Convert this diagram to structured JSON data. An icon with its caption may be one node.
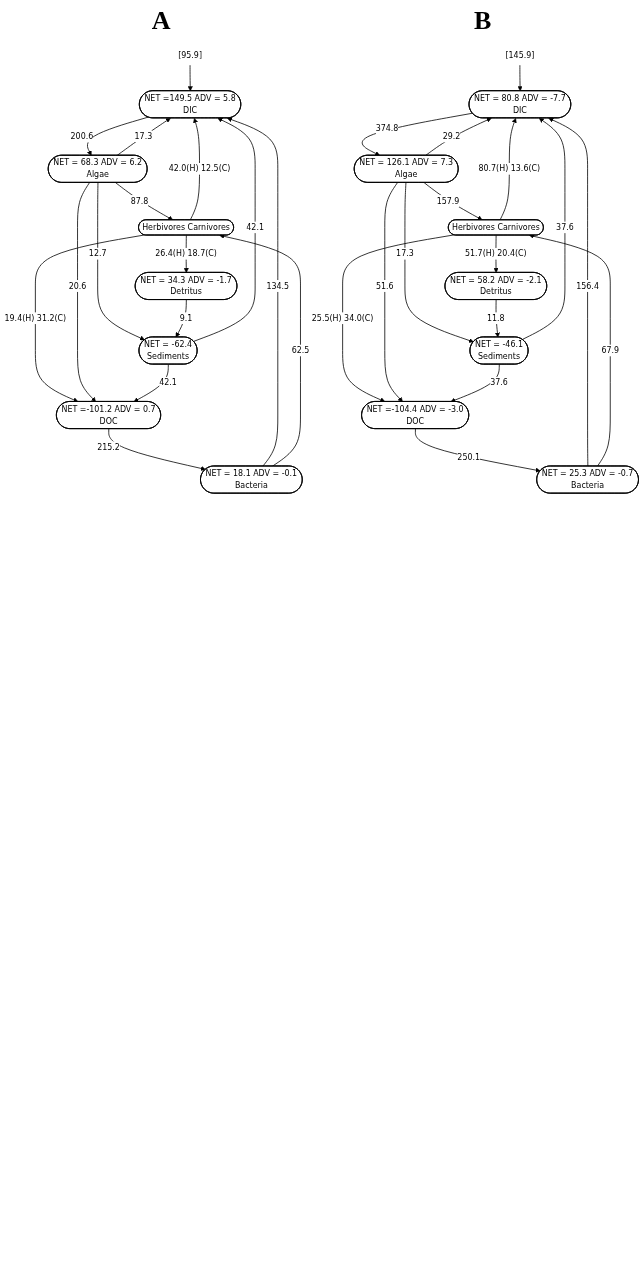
{
  "diagram": {
    "nodes": [
      {
        "text": [
          "[95.9]"
        ]
      },
      {
        "text": [
          "NET =149.5 ADV = 5.8",
          "DIC"
        ]
      },
      {
        "text": [
          "NET = 68.3 ADV = 6.2",
          "Algae"
        ]
      },
      {
        "text": [
          "Herbivores Carnivores"
        ]
      },
      {
        "text": [
          "NET = 18.1 ADV = -0.1",
          "Bacteria"
        ]
      },
      {
        "text": [
          "NET = 34.3 ADV = -1.7",
          "Detritus"
        ]
      },
      {
        "text": [
          "NET =-101.2 ADV = 0.7",
          "DOC"
        ]
      },
      {
        "text": [
          "NET = -62.4",
          "Sediments"
        ]
      },
      {
        "text": [
          "[145.9]"
        ]
      },
      {
        "text": [
          "NET = 80.8 ADV = -7.7",
          "DIC"
        ]
      },
      {
        "text": [
          "NET = 126.1 ADV = 7.3",
          "Algae"
        ]
      },
      {
        "text": [
          "Herbivores Carnivores"
        ]
      },
      {
        "text": [
          "NET = 25.3 ADV = -0.7",
          "Bacteria"
        ]
      },
      {
        "text": [
          "NET = 58.2 ADV = -2.1",
          "Detritus"
        ]
      },
      {
        "text": [
          "NET =-104.4 ADV = -3.0",
          "DOC"
        ]
      },
      {
        "text": [
          "NET = -46.1",
          "Sediments"
        ]
      }
    ],
    "edges": [
      {
        "from": 0,
        "to": 1,
        "arrow": "to"
      },
      {
        "from": 1,
        "to": 2,
        "label": "200.6",
        "arrow": "to"
      },
      {
        "from": 2,
        "to": 1,
        "label": "17.3",
        "arrow": "to"
      },
      {
        "from": 3,
        "to": 1,
        "label": "42.0(H) 12.5(C)",
        "arrow": "to"
      },
      {
        "from": 4,
        "to": 1,
        "label": "134.5",
        "arrow": "to"
      },
      {
        "from": 2,
        "to": 3,
        "label": "87.8",
        "arrow": "to"
      },
      {
        "from": 4,
        "to": 3,
        "label": "62.5",
        "arrow": "to"
      },
      {
        "from": 3,
        "to": 5,
        "label": "26.4(H) 18.7(C)",
        "arrow": "to"
      },
      {
        "from": 3,
        "to": 6,
        "label": "19.4(H) 31.2(C)",
        "arrow": "to"
      },
      {
        "from": 2,
        "to": 6,
        "label": "20.6",
        "arrow": "to"
      },
      {
        "from": 6,
        "to": 4,
        "label": "215.2",
        "arrow": "to"
      },
      {
        "from": 2,
        "to": 7,
        "label": "12.7",
        "arrow": "to"
      },
      {
        "from": 5,
        "to": 7,
        "label": "9.1",
        "arrow": "to"
      },
      {
        "from": 7,
        "to": 6,
        "label": "42.1",
        "arrow": "to"
      },
      {
        "from": 7,
        "to": 1,
        "label": "42.1",
        "arrow": "to"
      },
      {
        "from": 8,
        "to": 9,
        "arrow": "to"
      },
      {
        "from": 9,
        "to": 10,
        "label": "374.8",
        "arrow": "to"
      },
      {
        "from": 10,
        "to": 9,
        "label": "29.2",
        "arrow": "to"
      },
      {
        "from": 11,
        "to": 9,
        "label": "80.7(H) 13.6(C)",
        "arrow": "to"
      },
      {
        "from": 12,
        "to": 9,
        "label": "156.4",
        "arrow": "to"
      },
      {
        "from": 10,
        "to": 11,
        "label": "157.9",
        "arrow": "to"
      },
      {
        "from": 12,
        "to": 11,
        "label": "67.9",
        "arrow": "to"
      },
      {
        "from": 11,
        "to": 13,
        "label": "51.7(H) 20.4(C)",
        "arrow": "to"
      },
      {
        "from": 11,
        "to": 14,
        "label": "25.5(H) 34.0(C)",
        "arrow": "to"
      },
      {
        "from": 10,
        "to": 14,
        "label": "51.6",
        "arrow": "to"
      },
      {
        "from": 14,
        "to": 12,
        "label": "250.1",
        "arrow": "to"
      },
      {
        "from": 10,
        "to": 15,
        "label": "17.3",
        "arrow": "to"
      },
      {
        "from": 13,
        "to": 15,
        "label": "11.8",
        "arrow": "to"
      },
      {
        "from": 15,
        "to": 14,
        "label": "37.6",
        "arrow": "to"
      },
      {
        "from": 15,
        "to": 9,
        "label": "37.6",
        "arrow": "to"
      }
    ],
    "labels": [
      "A",
      "B"
    ]
  }
}
